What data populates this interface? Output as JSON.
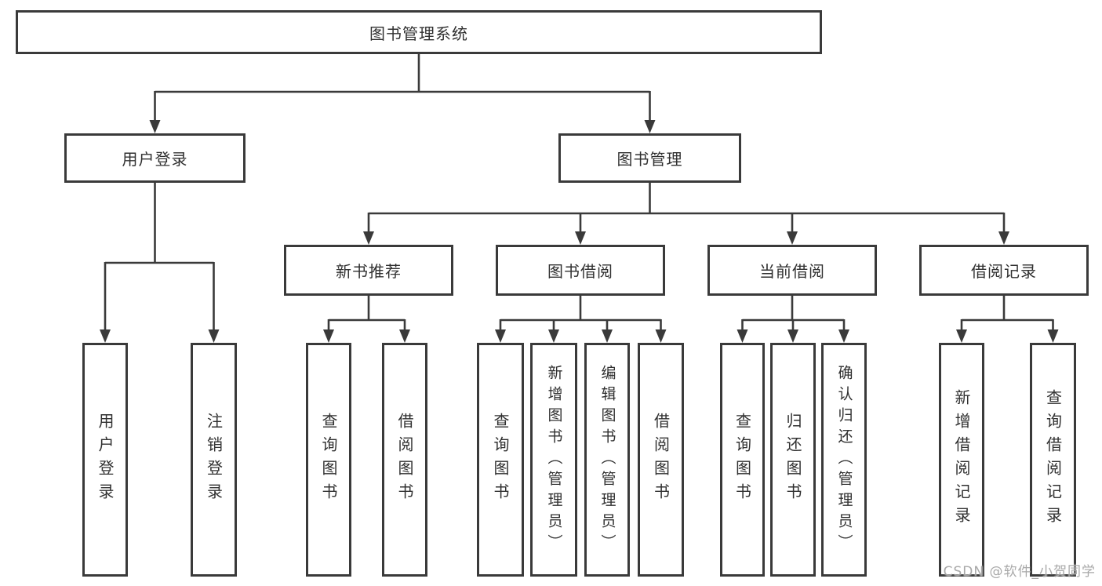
{
  "diagram_type": "hierarchy-tree",
  "tree": {
    "root": {
      "label": "图书管理系统",
      "children": [
        {
          "label": "用户登录",
          "children": [
            {
              "label": "用户登录"
            },
            {
              "label": "注销登录"
            }
          ]
        },
        {
          "label": "图书管理",
          "children": [
            {
              "label": "新书推荐",
              "children": [
                {
                  "label": "查询图书"
                },
                {
                  "label": "借阅图书"
                }
              ]
            },
            {
              "label": "图书借阅",
              "children": [
                {
                  "label": "查询图书"
                },
                {
                  "label": "新增图书（管理员）"
                },
                {
                  "label": "编辑图书（管理员）"
                },
                {
                  "label": "借阅图书"
                }
              ]
            },
            {
              "label": "当前借阅",
              "children": [
                {
                  "label": "查询图书"
                },
                {
                  "label": "归还图书"
                },
                {
                  "label": "确认归还（管理员）"
                }
              ]
            },
            {
              "label": "借阅记录",
              "children": [
                {
                  "label": "新增借阅记录"
                },
                {
                  "label": "查询借阅记录"
                }
              ]
            }
          ]
        }
      ]
    }
  },
  "watermark": {
    "text": "CSDN @软件_小贺同学"
  },
  "colors": {
    "line": "#3a3a3a",
    "box_border": "#3a3a3a",
    "text": "#303030",
    "background": "#ffffff",
    "watermark": "#a3a3a3"
  }
}
